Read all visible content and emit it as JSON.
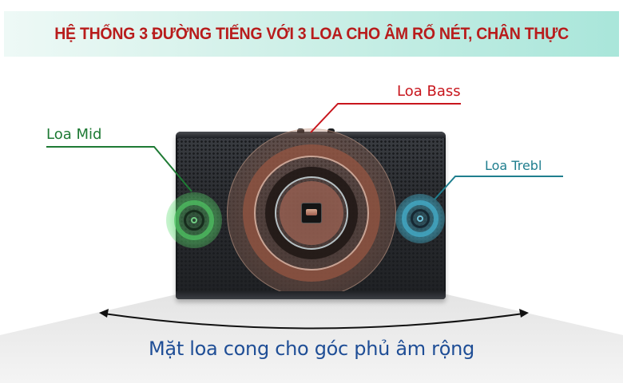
{
  "banner": {
    "title": "HỆ THỐNG 3 ĐƯỜNG TIẾNG VỚI 3 LOA CHO ÂM RỐ NÉT, CHÂN THỰC",
    "title_color": "#b81c1c",
    "gradient": [
      "#eef9f6",
      "#a9e6da"
    ]
  },
  "callouts": {
    "mid": {
      "label": "Loa Mid",
      "color": "#1e7a34"
    },
    "bass": {
      "label": "Loa Bass",
      "color": "#c8161d"
    },
    "treble": {
      "label": "Loa Trebl",
      "color": "#1f7e8e"
    }
  },
  "caption": {
    "text": "Mặt loa cong cho góc phủ âm rộng",
    "color": "#1f4e96"
  },
  "icons": {
    "coverage_arrow": "double-headed-curved-arrow"
  }
}
